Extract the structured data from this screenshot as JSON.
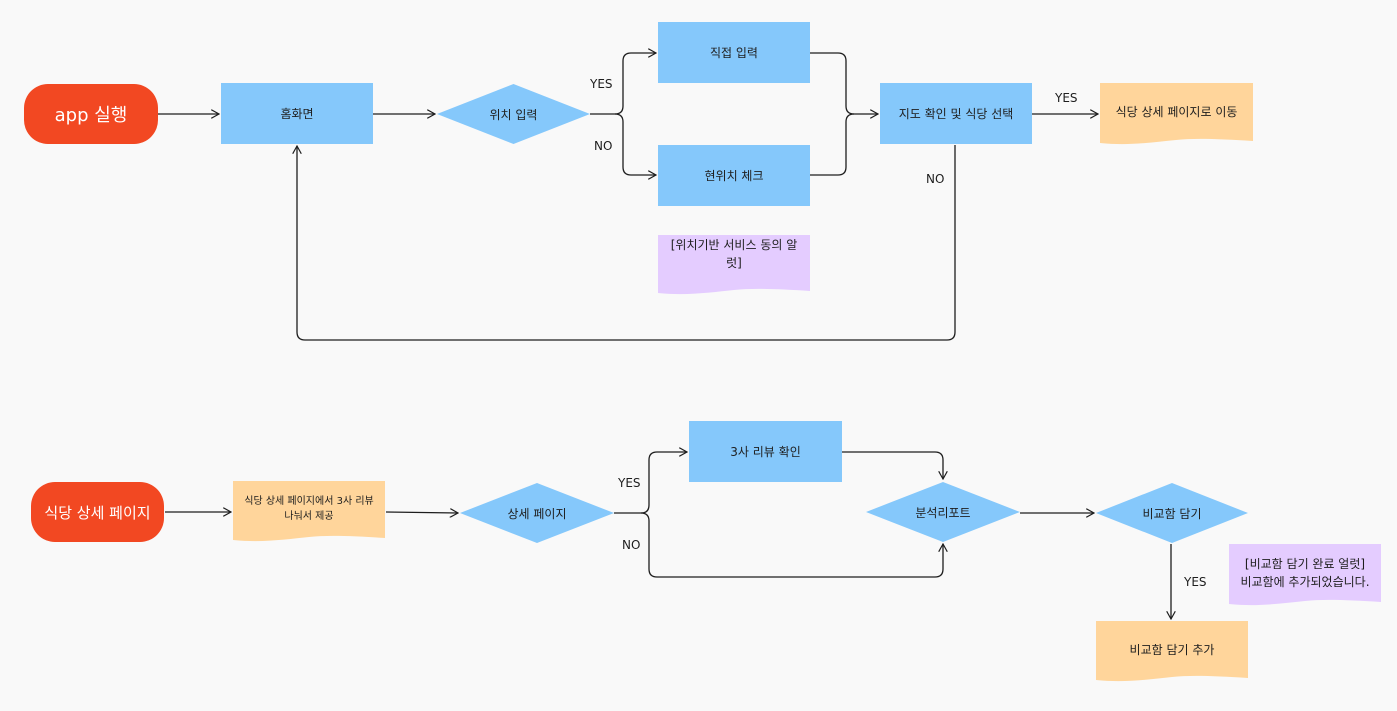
{
  "colors": {
    "start": "#f24822",
    "process": "#85c8fb",
    "document_orange": "#ffd59b",
    "document_purple": "#e4ccff",
    "line": "#1e1e1e",
    "background": "#f9f9f9"
  },
  "flow1": {
    "start": "app 실행",
    "home": "홈화면",
    "location_input": "위치 입력",
    "direct_input": "직접 입력",
    "current_location": "현위치 체크",
    "consent_alert": "[위치기반 서비스 동의 알럿]",
    "map_select": "지도 확인 및 식당 선택",
    "go_detail": "식당 상세 페이지로 이동",
    "yes1": "YES",
    "no1": "NO",
    "yes2": "YES",
    "no2": "NO"
  },
  "flow2": {
    "start": "식당 상세 페이지",
    "provide_reviews": "식당 상세 페이지에서 3사 리뷰 나눠서 제공",
    "detail_page": "상세 페이지",
    "check_reviews": "3사 리뷰 확인",
    "analysis_report": "분석리포트",
    "add_compare": "비교함 담기",
    "compare_alert_1": "[비교함 담기 완료 얼럿]",
    "compare_alert_2": "비교함에 추가되었습니다.",
    "compare_added": "비교함 담기 추가",
    "yes1": "YES",
    "no1": "NO",
    "yes2": "YES"
  }
}
